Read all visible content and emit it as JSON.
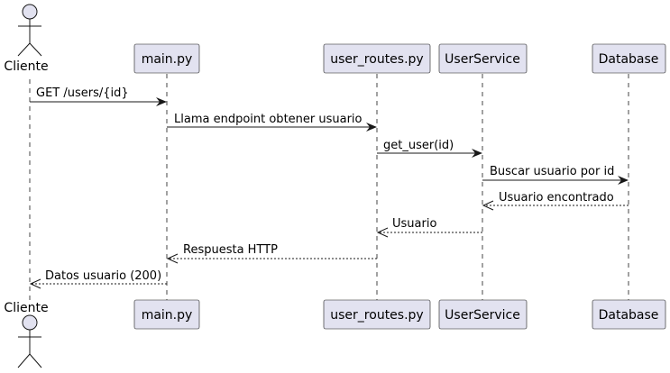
{
  "participants": [
    {
      "id": "cliente",
      "label": "Cliente",
      "kind": "actor"
    },
    {
      "id": "main",
      "label": "main.py",
      "kind": "box"
    },
    {
      "id": "routes",
      "label": "user_routes.py",
      "kind": "box"
    },
    {
      "id": "service",
      "label": "UserService",
      "kind": "box"
    },
    {
      "id": "db",
      "label": "Database",
      "kind": "box"
    }
  ],
  "messages": [
    {
      "from": "cliente",
      "to": "main",
      "label": "GET /users/{id}",
      "style": "solid"
    },
    {
      "from": "main",
      "to": "routes",
      "label": "Llama endpoint obtener usuario",
      "style": "solid"
    },
    {
      "from": "routes",
      "to": "service",
      "label": "get_user(id)",
      "style": "solid"
    },
    {
      "from": "service",
      "to": "db",
      "label": "Buscar usuario por id",
      "style": "solid"
    },
    {
      "from": "db",
      "to": "service",
      "label": "Usuario encontrado",
      "style": "dashed"
    },
    {
      "from": "service",
      "to": "routes",
      "label": "Usuario",
      "style": "dashed"
    },
    {
      "from": "routes",
      "to": "main",
      "label": "Respuesta HTTP",
      "style": "dashed"
    },
    {
      "from": "main",
      "to": "cliente",
      "label": "Datos usuario (200)",
      "style": "dashed"
    }
  ],
  "colors": {
    "participant_fill": "#E2E2F0",
    "participant_border": "#181818",
    "lifeline": "#181818",
    "arrow": "#181818"
  }
}
